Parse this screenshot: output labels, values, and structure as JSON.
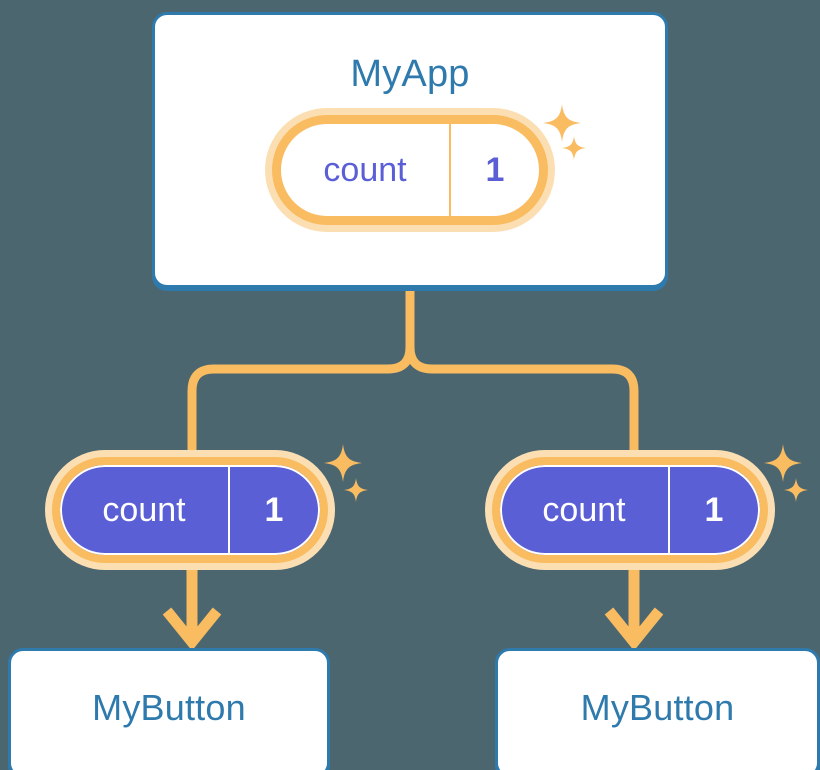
{
  "background_color": "#4c6670",
  "palette": {
    "card_border": "#2e7aad",
    "card_fill": "#ffffff",
    "title_text": "#2e7aad",
    "pill_ring": "#f9bc60",
    "pill_halo": "#fbdfb3",
    "pill_fill_active": "#5b5fd6",
    "value_text": "#5b5fd6",
    "wire": "#f9bc60",
    "sparkle": "#f9bc60"
  },
  "root": {
    "title": "MyApp",
    "state_pill": {
      "key": "count",
      "value": "1",
      "style": "outline",
      "sparkles": 2
    }
  },
  "branches": [
    {
      "state_pill": {
        "key": "count",
        "value": "1",
        "style": "filled",
        "sparkles": 2
      },
      "card": {
        "title": "MyButton"
      }
    },
    {
      "state_pill": {
        "key": "count",
        "value": "1",
        "style": "filled",
        "sparkles": 2
      },
      "card": {
        "title": "MyButton"
      }
    }
  ],
  "connectors": {
    "fork_label": "state-flows-down",
    "arrow_count": 2
  }
}
